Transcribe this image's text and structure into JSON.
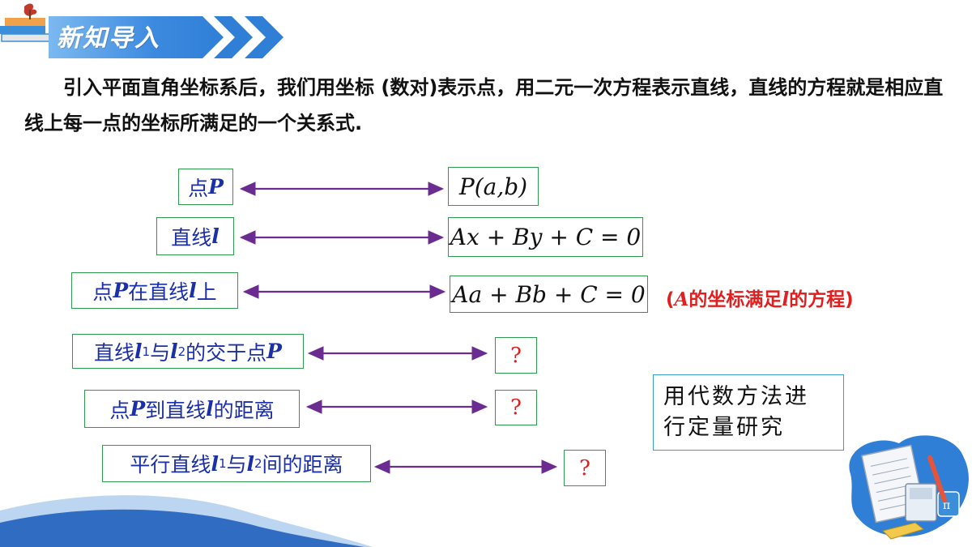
{
  "header": {
    "title": "新知导入"
  },
  "intro": {
    "text": "引入平面直角坐标系后，我们用坐标 (数对)表示点，用二元一次方程表示直线，直线的方程就是相应直线上每一点的坐标所满足的一个关系式."
  },
  "rows": [
    {
      "left_text": "点",
      "left_var": "P",
      "right": "P(a,b)"
    },
    {
      "left_text": "直线 ",
      "left_var": "l",
      "right": "Ax + By + C = 0"
    },
    {
      "left_parts": [
        "点",
        "P",
        "在直线",
        "l",
        "上"
      ],
      "right": "Aa + Bb + C = 0",
      "note": {
        "open": "(",
        "var1": "A",
        "mid": "的坐标满足",
        "var2": "l",
        "close": "的方程)"
      }
    },
    {
      "left_parts": [
        "直线",
        "l",
        "1",
        "与",
        "l",
        "2",
        "的交于点",
        "P"
      ],
      "right": "?"
    },
    {
      "left_parts": [
        "点",
        "P",
        "到直线",
        "l",
        "的距离"
      ],
      "right": "?"
    },
    {
      "left_parts": [
        "平行直线",
        "l",
        "1",
        "与",
        "l",
        "2",
        "间的距离"
      ],
      "right": "?"
    }
  ],
  "method_box": {
    "line1": "用代数方法进",
    "line2": "行定量研究"
  },
  "colors": {
    "accent_blue": "#1a2fa8",
    "box_border": "#2e9b4e",
    "arrow": "#6a2c91",
    "note_red": "#e11f1f",
    "banner_blue": "#2f7fd6"
  },
  "icons": [
    "banner-chevrons-icon",
    "books-icon",
    "math-notebook-icon"
  ]
}
